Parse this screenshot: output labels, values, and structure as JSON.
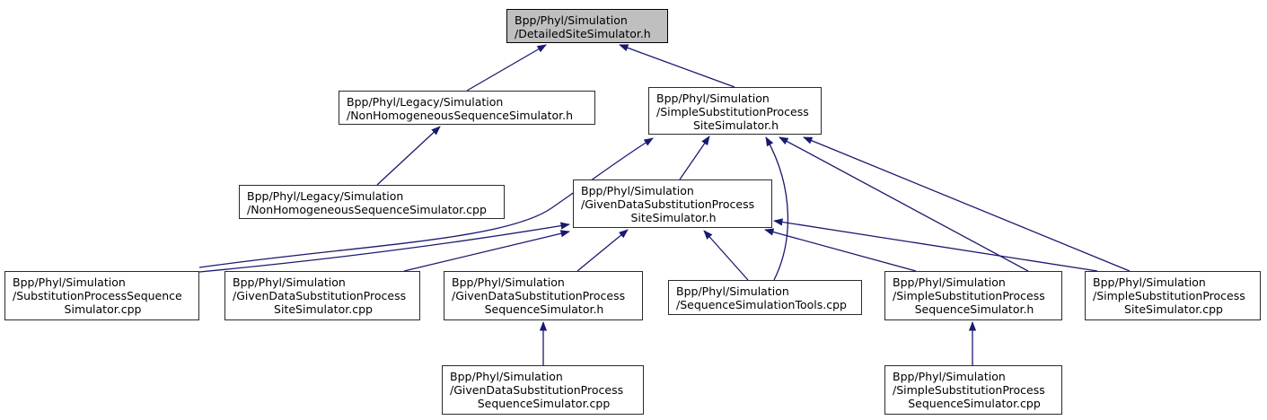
{
  "diagram": {
    "type": "include-dependency-graph",
    "colors": {
      "edge": "#191970",
      "node_fill": "#ffffff",
      "node_border": "#2b2b2b",
      "root_fill": "#bfbfbf",
      "text": "#000000",
      "background": "#ffffff"
    },
    "nodes": [
      {
        "id": "detailed-site-simulator-h",
        "lines": [
          "Bpp/Phyl/Simulation",
          "/DetailedSiteSimulator.h"
        ]
      },
      {
        "id": "nonhomogeneous-sequence-simulator-h",
        "lines": [
          "Bpp/Phyl/Legacy/Simulation",
          "/NonHomogeneousSequenceSimulator.h"
        ]
      },
      {
        "id": "simple-substitution-process-site-simulator-h",
        "lines": [
          "Bpp/Phyl/Simulation",
          "/SimpleSubstitutionProcess",
          "SiteSimulator.h"
        ]
      },
      {
        "id": "nonhomogeneous-sequence-simulator-cpp",
        "lines": [
          "Bpp/Phyl/Legacy/Simulation",
          "/NonHomogeneousSequenceSimulator.cpp"
        ]
      },
      {
        "id": "given-data-substitution-process-site-simulator-h",
        "lines": [
          "Bpp/Phyl/Simulation",
          "/GivenDataSubstitutionProcess",
          "SiteSimulator.h"
        ]
      },
      {
        "id": "substitution-process-sequence-simulator-cpp",
        "lines": [
          "Bpp/Phyl/Simulation",
          "/SubstitutionProcessSequence",
          "Simulator.cpp"
        ]
      },
      {
        "id": "given-data-substitution-process-site-simulator-cpp",
        "lines": [
          "Bpp/Phyl/Simulation",
          "/GivenDataSubstitutionProcess",
          "SiteSimulator.cpp"
        ]
      },
      {
        "id": "given-data-substitution-process-sequence-simulator-h",
        "lines": [
          "Bpp/Phyl/Simulation",
          "/GivenDataSubstitutionProcess",
          "SequenceSimulator.h"
        ]
      },
      {
        "id": "sequence-simulation-tools-cpp",
        "lines": [
          "Bpp/Phyl/Simulation",
          "/SequenceSimulationTools.cpp"
        ]
      },
      {
        "id": "simple-substitution-process-sequence-simulator-h",
        "lines": [
          "Bpp/Phyl/Simulation",
          "/SimpleSubstitutionProcess",
          "SequenceSimulator.h"
        ]
      },
      {
        "id": "simple-substitution-process-site-simulator-cpp",
        "lines": [
          "Bpp/Phyl/Simulation",
          "/SimpleSubstitutionProcess",
          "SiteSimulator.cpp"
        ]
      },
      {
        "id": "given-data-substitution-process-sequence-simulator-cpp",
        "lines": [
          "Bpp/Phyl/Simulation",
          "/GivenDataSubstitutionProcess",
          "SequenceSimulator.cpp"
        ]
      },
      {
        "id": "simple-substitution-process-sequence-simulator-cpp",
        "lines": [
          "Bpp/Phyl/Simulation",
          "/SimpleSubstitutionProcess",
          "SequenceSimulator.cpp"
        ]
      }
    ],
    "edges": [
      {
        "from": "nonhomogeneous-sequence-simulator-h",
        "to": "detailed-site-simulator-h"
      },
      {
        "from": "simple-substitution-process-site-simulator-h",
        "to": "detailed-site-simulator-h"
      },
      {
        "from": "nonhomogeneous-sequence-simulator-cpp",
        "to": "nonhomogeneous-sequence-simulator-h"
      },
      {
        "from": "given-data-substitution-process-site-simulator-h",
        "to": "simple-substitution-process-site-simulator-h"
      },
      {
        "from": "substitution-process-sequence-simulator-cpp",
        "to": "simple-substitution-process-site-simulator-h"
      },
      {
        "from": "substitution-process-sequence-simulator-cpp",
        "to": "given-data-substitution-process-site-simulator-h"
      },
      {
        "from": "given-data-substitution-process-site-simulator-cpp",
        "to": "given-data-substitution-process-site-simulator-h"
      },
      {
        "from": "given-data-substitution-process-sequence-simulator-h",
        "to": "given-data-substitution-process-site-simulator-h"
      },
      {
        "from": "sequence-simulation-tools-cpp",
        "to": "given-data-substitution-process-site-simulator-h"
      },
      {
        "from": "sequence-simulation-tools-cpp",
        "to": "simple-substitution-process-site-simulator-h"
      },
      {
        "from": "simple-substitution-process-sequence-simulator-h",
        "to": "given-data-substitution-process-site-simulator-h"
      },
      {
        "from": "simple-substitution-process-sequence-simulator-h",
        "to": "simple-substitution-process-site-simulator-h"
      },
      {
        "from": "simple-substitution-process-site-simulator-cpp",
        "to": "given-data-substitution-process-site-simulator-h"
      },
      {
        "from": "simple-substitution-process-site-simulator-cpp",
        "to": "simple-substitution-process-site-simulator-h"
      },
      {
        "from": "given-data-substitution-process-sequence-simulator-cpp",
        "to": "given-data-substitution-process-sequence-simulator-h"
      },
      {
        "from": "simple-substitution-process-sequence-simulator-cpp",
        "to": "simple-substitution-process-sequence-simulator-h"
      }
    ]
  }
}
